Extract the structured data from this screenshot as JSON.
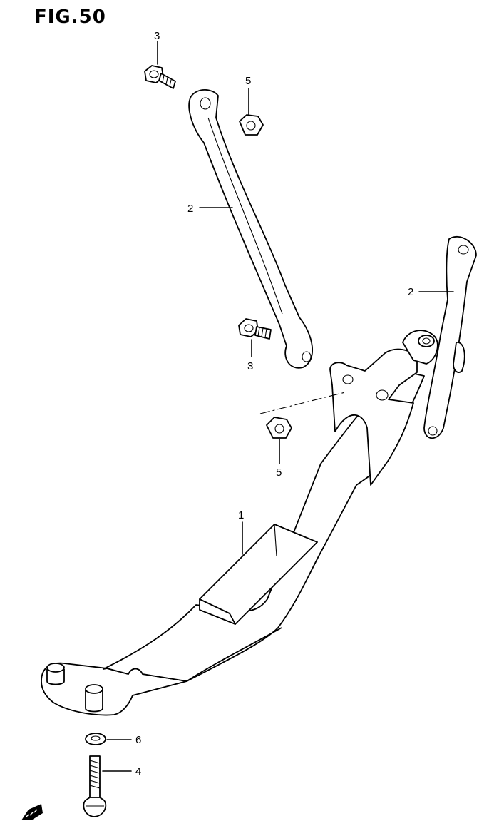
{
  "figure": {
    "title": "FIG.50"
  },
  "callouts": {
    "bolt_top": "3",
    "nut_top": "5",
    "stay_left": "2",
    "stay_right": "2",
    "bolt_mid": "3",
    "nut_mid": "5",
    "frame": "1",
    "washer": "6",
    "bolt_bottom": "4"
  }
}
